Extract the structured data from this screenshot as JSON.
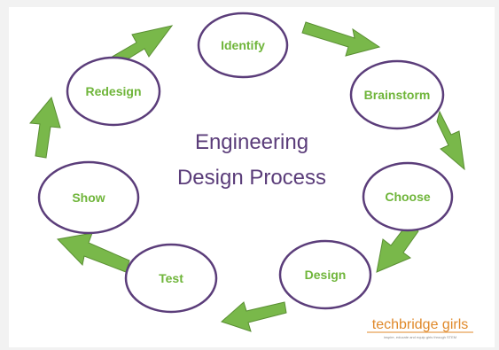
{
  "diagram": {
    "title_line1": "Engineering",
    "title_line2": "Design Process",
    "steps": [
      "Identify",
      "Brainstorm",
      "Choose",
      "Design",
      "Test",
      "Show",
      "Redesign"
    ]
  },
  "logo": {
    "text": "techbridge girls",
    "tagline": "inspire, educate and equip girls through STEM"
  },
  "colors": {
    "arrow": "#79b84a",
    "node_border": "#5b3d7a",
    "node_text": "#6fb53a",
    "title": "#5b3d7a",
    "logo": "#e0892a"
  }
}
